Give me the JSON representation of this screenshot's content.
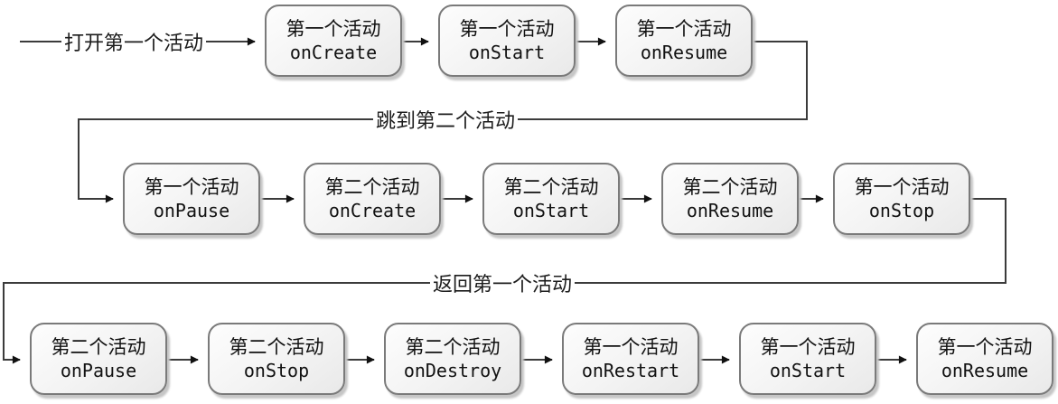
{
  "diagram_type": "flowchart",
  "edge_labels": {
    "open_first": "打开第一个活动",
    "jump_to_second": "跳到第二个活动",
    "return_to_first": "返回第一个活动"
  },
  "rows": [
    {
      "boxes": [
        {
          "activity": "第一个活动",
          "callback": "onCreate"
        },
        {
          "activity": "第一个活动",
          "callback": "onStart"
        },
        {
          "activity": "第一个活动",
          "callback": "onResume"
        }
      ]
    },
    {
      "boxes": [
        {
          "activity": "第一个活动",
          "callback": "onPause"
        },
        {
          "activity": "第二个活动",
          "callback": "onCreate"
        },
        {
          "activity": "第二个活动",
          "callback": "onStart"
        },
        {
          "activity": "第二个活动",
          "callback": "onResume"
        },
        {
          "activity": "第一个活动",
          "callback": "onStop"
        }
      ]
    },
    {
      "boxes": [
        {
          "activity": "第二个活动",
          "callback": "onPause"
        },
        {
          "activity": "第二个活动",
          "callback": "onStop"
        },
        {
          "activity": "第二个活动",
          "callback": "onDestroy"
        },
        {
          "activity": "第一个活动",
          "callback": "onRestart"
        },
        {
          "activity": "第一个活动",
          "callback": "onStart"
        },
        {
          "activity": "第一个活动",
          "callback": "onResume"
        }
      ]
    }
  ],
  "colors": {
    "node_border": "#7a7a7a",
    "node_fill": "#f3f3f3",
    "node_shadow": "#c6c6c6",
    "connector": "#3b3b3b",
    "arrowhead": "#111111",
    "text": "#111111",
    "background": "#ffffff"
  }
}
